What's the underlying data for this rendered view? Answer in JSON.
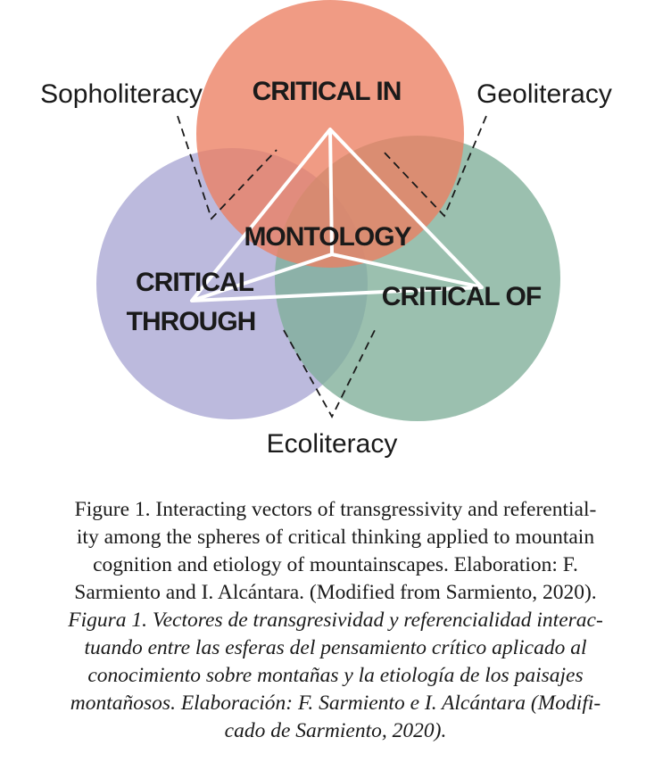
{
  "diagram": {
    "circles": [
      {
        "id": "critical-in",
        "label": "CRITICAL IN",
        "color": "#ec7f62"
      },
      {
        "id": "critical-through",
        "label_lines": [
          "CRITICAL",
          "THROUGH"
        ],
        "color": "#a9a7d3"
      },
      {
        "id": "critical-of",
        "label": "CRITICAL OF",
        "color": "#7fae99"
      }
    ],
    "center_label": "MONTOLOGY",
    "outer_labels": {
      "top_left": "Sopholiteracy",
      "top_right": "Geoliteracy",
      "bottom": "Ecoliteracy"
    },
    "triangle_color": "#ffffff",
    "dashed_line_color": "#1a1a1a"
  },
  "caption": {
    "english_lines": [
      "Figure 1. Interacting vectors of transgressivity and referential-",
      "ity among the spheres of critical thinking applied to mountain",
      "cognition and etiology of mountainscapes. Elaboration: F.",
      "Sarmiento and I. Alcántara. (Modified from Sarmiento, 2020)."
    ],
    "spanish_lines": [
      "Figura 1. Vectores de transgresividad y referencialidad interac-",
      "tuando entre las esferas del pensamiento crítico aplicado al",
      "conocimiento sobre montañas y la etiología de los paisajes",
      "montañosos. Elaboración: F. Sarmiento e I. Alcántara (Modifi-",
      "cado de Sarmiento, 2020)."
    ]
  }
}
